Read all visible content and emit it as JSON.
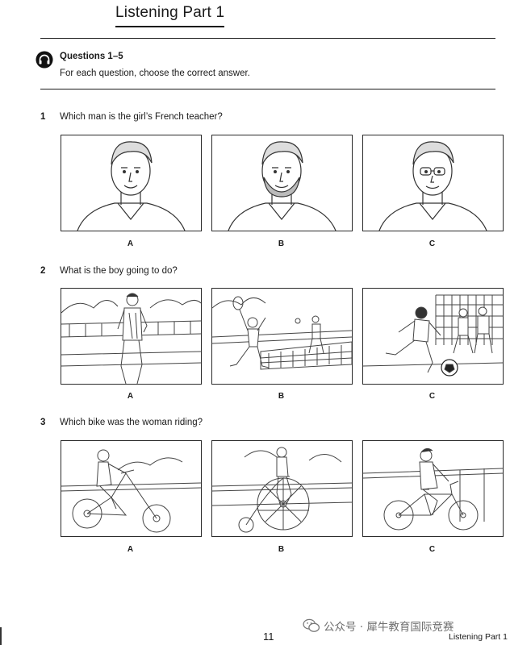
{
  "header": {
    "part_title": "Listening Part 1"
  },
  "intro": {
    "heading": "Questions 1–5",
    "instruction": "For each question, choose the correct answer.",
    "icon": "headphones-icon"
  },
  "questions": [
    {
      "number": "1",
      "text": "Which man is the girl’s French teacher?",
      "options": [
        {
          "letter": "A"
        },
        {
          "letter": "B"
        },
        {
          "letter": "C"
        }
      ]
    },
    {
      "number": "2",
      "text": "What is the boy going to do?",
      "options": [
        {
          "letter": "A"
        },
        {
          "letter": "B"
        },
        {
          "letter": "C"
        }
      ]
    },
    {
      "number": "3",
      "text": "Which bike was the woman riding?",
      "options": [
        {
          "letter": "A"
        },
        {
          "letter": "B"
        },
        {
          "letter": "C"
        }
      ]
    }
  ],
  "footer": {
    "page_number": "11",
    "section_label": "Listening Part 1",
    "watermark_text": "公众号 · 犀牛教育国际竞赛",
    "watermark_icon": "wechat-icon"
  }
}
